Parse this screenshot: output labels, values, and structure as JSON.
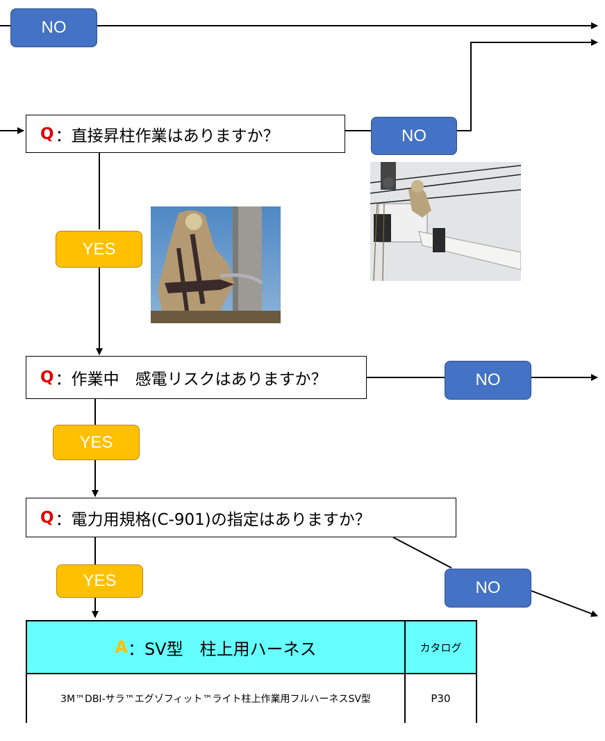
{
  "no_label": "NO",
  "yes_label": "YES",
  "questions": {
    "q1": {
      "prefix": "Q",
      "text": "：直接昇柱作業はありますか？"
    },
    "q2": {
      "prefix": "Q",
      "text": "：作業中　感電リスクはありますか？"
    },
    "q3": {
      "prefix": "Q",
      "text": "：電力用規格(C-901)の指定はありますか？"
    }
  },
  "answer": {
    "prefix": "A",
    "title": "：SV型　柱上用ハーネス",
    "catalog_header": "カタログ",
    "product": "3M™DBI-サラ™エグゾフィット™ライト柱上作業用フルハーネスSV型",
    "page": "P30"
  },
  "colors": {
    "no": "#4472c4",
    "yes": "#ffc000",
    "table_header": "#66ffff",
    "q_prefix": "#e00000"
  },
  "images": {
    "pole_climb": "pole-climbing-worker-photo",
    "bucket_truck": "bucket-truck-worker-photo"
  }
}
